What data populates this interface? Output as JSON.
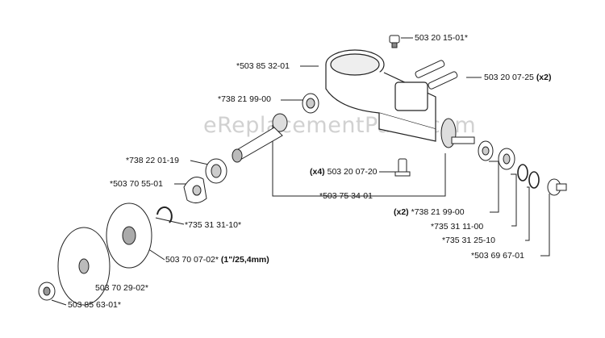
{
  "watermark": "eReplacementParts.com",
  "labels": {
    "p1": "503 20 15-01*",
    "p2": "*503 85 32-01",
    "p3": "503 20 07-25",
    "p3_qty": "(x2)",
    "p4": "*738 21 99-00",
    "p5": "*738 22 01-19",
    "p6": "*503 70 55-01",
    "p7": "503 20 07-20",
    "p7_qty": "(x4)",
    "p8": "*503 75 34-01",
    "p9": "*738 21 99-00",
    "p9_qty": "(x2)",
    "p10": "*735 31 31-10*",
    "p11": "*735 31 11-00",
    "p12": "*735 31 25-10",
    "p13": "503 70 07-02*",
    "p13_note": "(1\"/25,4mm)",
    "p14": "*503 69 67-01",
    "p15": "503 70 29-02*",
    "p16": "503 85 63-01*"
  }
}
